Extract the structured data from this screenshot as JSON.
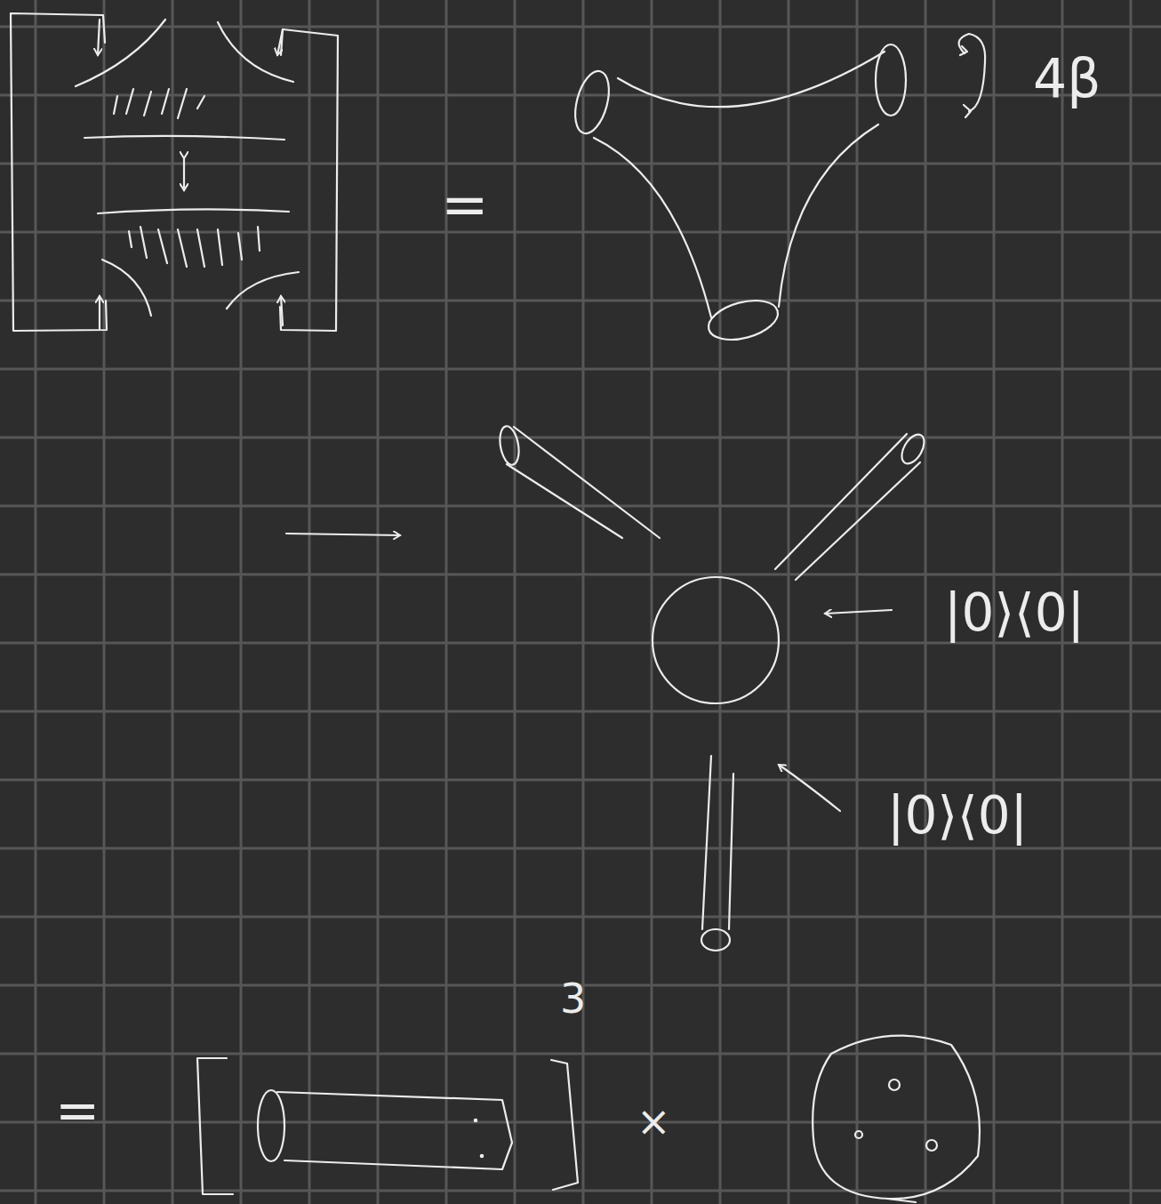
{
  "diagram": {
    "labels": [
      "4β",
      "=",
      "|0⟩⟨0|",
      "|0⟩⟨0|",
      "3",
      "=",
      "×"
    ]
  }
}
